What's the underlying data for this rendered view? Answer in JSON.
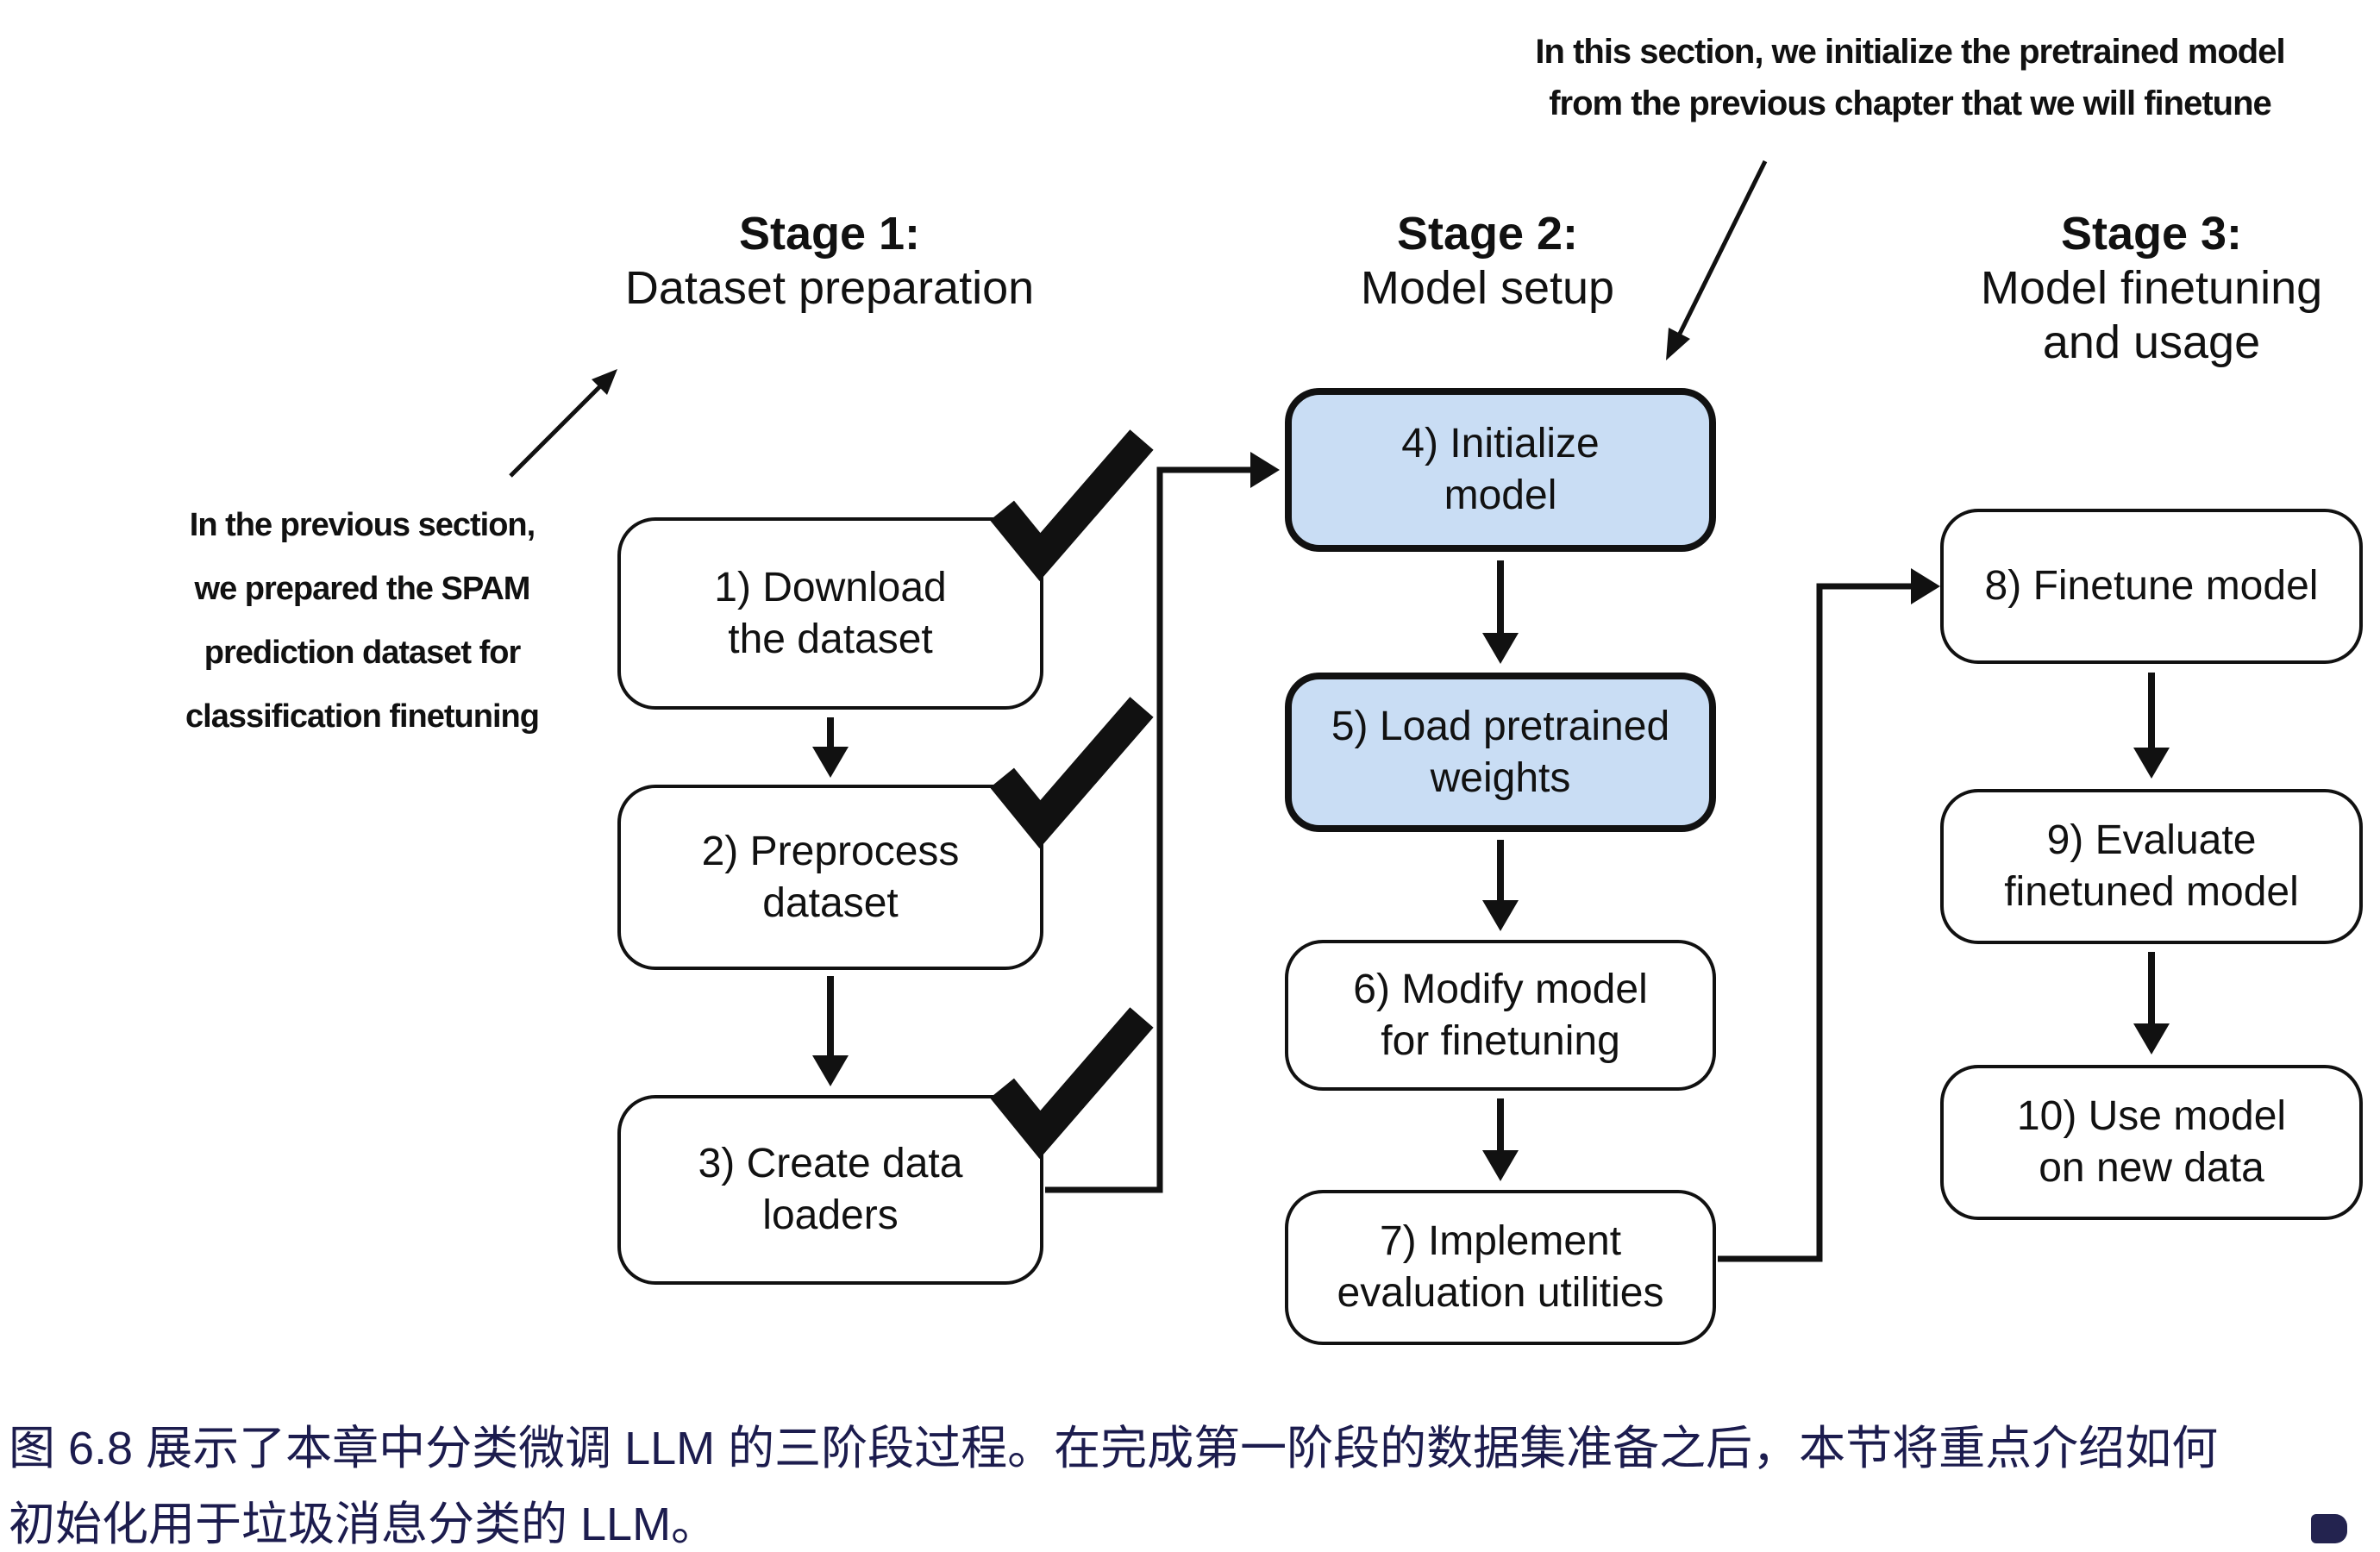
{
  "figure": {
    "annotation_top": "In this section, we initialize the pretrained model\nfrom the previous chapter that we will finetune",
    "annotation_left": "In the previous section,\nwe prepared the SPAM\nprediction dataset for\nclassification finetuning",
    "stages": [
      {
        "title": "Stage 1:",
        "subtitle": "Dataset preparation"
      },
      {
        "title": "Stage 2:",
        "subtitle": "Model setup"
      },
      {
        "title": "Stage 3:",
        "subtitle": "Model finetuning\nand usage"
      }
    ],
    "boxes": [
      {
        "label": "1) Download\nthe dataset",
        "stage": 1,
        "completed": true,
        "highlighted": false
      },
      {
        "label": "2) Preprocess\ndataset",
        "stage": 1,
        "completed": true,
        "highlighted": false
      },
      {
        "label": "3) Create data\nloaders",
        "stage": 1,
        "completed": true,
        "highlighted": false
      },
      {
        "label": "4) Initialize\nmodel",
        "stage": 2,
        "completed": false,
        "highlighted": true
      },
      {
        "label": "5) Load pretrained\nweights",
        "stage": 2,
        "completed": false,
        "highlighted": true
      },
      {
        "label": "6) Modify model\nfor finetuning",
        "stage": 2,
        "completed": false,
        "highlighted": false
      },
      {
        "label": "7) Implement\nevaluation utilities",
        "stage": 2,
        "completed": false,
        "highlighted": false
      },
      {
        "label": "8) Finetune model",
        "stage": 3,
        "completed": false,
        "highlighted": false
      },
      {
        "label": "9) Evaluate\nfinetuned model",
        "stage": 3,
        "completed": false,
        "highlighted": false
      },
      {
        "label": "10) Use model\non new data",
        "stage": 3,
        "completed": false,
        "highlighted": false
      }
    ]
  },
  "caption": "图 6.8 展示了本章中分类微调 LLM 的三阶段过程。在完成第一阶段的数据集准备之后，本节将重点介绍如何\n初始化用于垃圾消息分类的 LLM。",
  "colors": {
    "highlight_fill": "#c9ddf4",
    "ink": "#111111",
    "caption_text": "#1c1c4e",
    "background": "#ffffff"
  }
}
